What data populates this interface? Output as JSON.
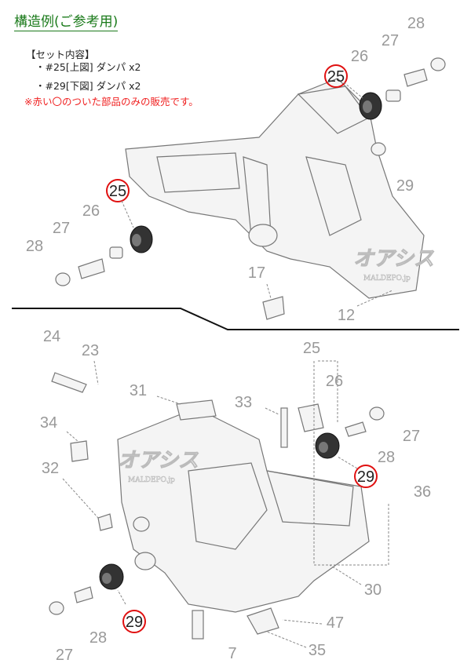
{
  "title": "構造例(ご参考用)",
  "set_contents": {
    "header": "【セット内容】",
    "items": [
      "・#25[上図] ダンパ x2",
      "・#29[下図] ダンパ x2"
    ],
    "note": "※赤い〇のついた部品のみの販売です。"
  },
  "watermark": {
    "text": "オアシス",
    "sub": "MALDEPO.jp"
  },
  "upper_labels": {
    "p28a": "28",
    "p27a": "27",
    "p26a": "26",
    "p25a": "25",
    "p29": "29",
    "p25b": "25",
    "p26b": "26",
    "p27b": "27",
    "p28b": "28",
    "p17": "17",
    "p12": "12"
  },
  "lower_labels": {
    "p24": "24",
    "p23": "23",
    "p25": "25",
    "p26": "26",
    "p31": "31",
    "p33": "33",
    "p27a": "27",
    "p34": "34",
    "p28a": "28",
    "p29a": "29",
    "p32": "32",
    "p36": "36",
    "p30": "30",
    "p29b": "29",
    "p47": "47",
    "p28b": "28",
    "p27b": "27",
    "p7": "7",
    "p35": "35"
  },
  "colors": {
    "title": "#1a7a1a",
    "note": "#f02020",
    "highlight": "#e01010"
  }
}
